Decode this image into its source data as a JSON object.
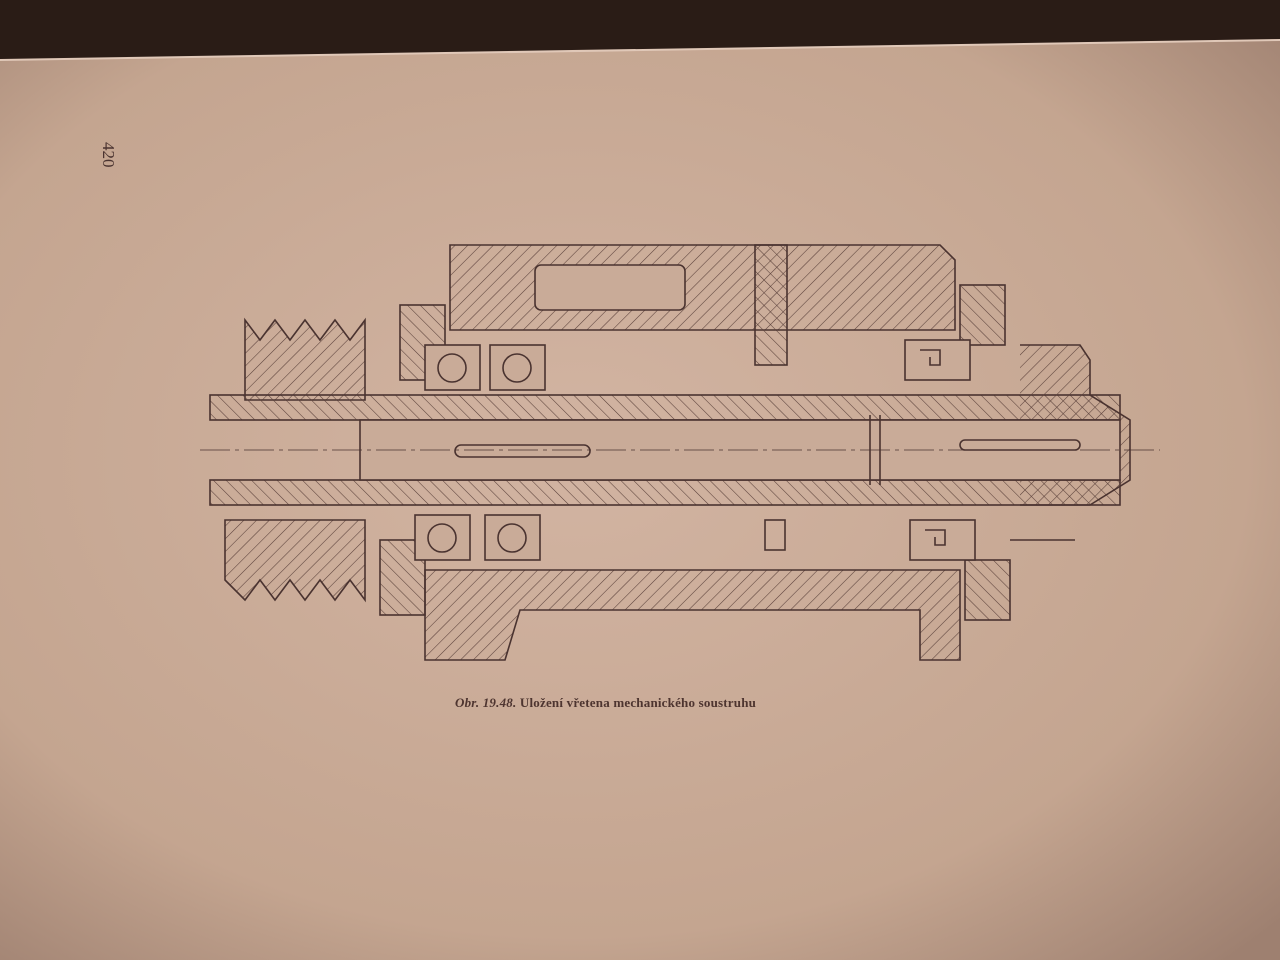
{
  "page": {
    "page_number": "420",
    "caption_label": "Obr. 19.48.",
    "caption_text": "Uložení vřetena mechanického soustruhu",
    "paper_color": "#c8a996",
    "ink_color": "#4a3330",
    "background_color": "#2a1c16"
  }
}
